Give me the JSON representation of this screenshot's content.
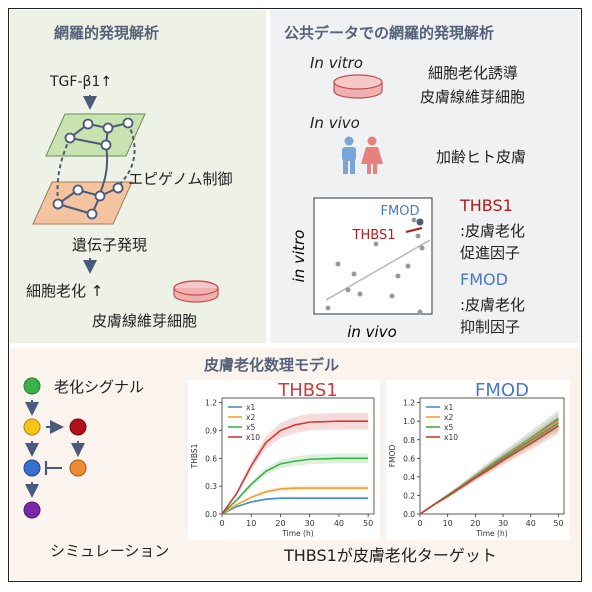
{
  "left_panel": {
    "title": "網羅的発現解析",
    "tgf": "TGF-β1↑",
    "epigenome": "エピゲノム制御",
    "gene_expression": "遺伝子発現",
    "senescence": "細胞老化 ↑",
    "fibroblast": "皮膚線維芽細胞"
  },
  "right_panel": {
    "title": "公共データでの網羅的発現解析",
    "in_vitro": "In vitro",
    "in_vitro_desc_1": "細胞老化誘導",
    "in_vitro_desc_2": "皮膚線維芽細胞",
    "in_vivo": "In vivo",
    "in_vivo_desc": "加齢ヒト皮膚",
    "scatter": {
      "fmod_label": "FMOD",
      "thbs1_label": "THBS1",
      "xlabel": "in vivo",
      "ylabel": "in vitro"
    },
    "thbs1_title": "THBS1",
    "thbs1_desc_1": ":皮膚老化",
    "thbs1_desc_2": "促進因子",
    "fmod_title": "FMOD",
    "fmod_desc_1": ":皮膚老化",
    "fmod_desc_2": "抑制因子"
  },
  "bottom_panel": {
    "title": "皮膚老化数理モデル",
    "signal": "老化シグナル",
    "simulation": "シミュレーション",
    "conclusion": "THBS1が皮膚老化ターゲット"
  },
  "colors": {
    "x1": "#4a90c8",
    "x2": "#f0a030",
    "x5": "#3cb04a",
    "x10": "#d03a3a"
  },
  "chart_data": [
    {
      "type": "line",
      "title": "THBS1",
      "xlabel": "Time (h)",
      "ylabel": "THBS1",
      "xlim": [
        0,
        52
      ],
      "ylim": [
        0,
        1.25
      ],
      "xticks": [
        "0",
        "10",
        "20",
        "30",
        "40",
        "50"
      ],
      "yticks": [
        "0.0",
        "0.3",
        "0.6",
        "0.9",
        "1.2"
      ],
      "x": [
        0,
        5,
        10,
        15,
        20,
        25,
        30,
        40,
        50
      ],
      "series": [
        {
          "name": "x1",
          "values": [
            0,
            0.08,
            0.13,
            0.16,
            0.17,
            0.17,
            0.17,
            0.17,
            0.17
          ]
        },
        {
          "name": "x2",
          "values": [
            0,
            0.1,
            0.18,
            0.24,
            0.27,
            0.28,
            0.28,
            0.28,
            0.28
          ]
        },
        {
          "name": "x5",
          "values": [
            0,
            0.15,
            0.32,
            0.46,
            0.54,
            0.57,
            0.59,
            0.6,
            0.6
          ]
        },
        {
          "name": "x10",
          "values": [
            0,
            0.22,
            0.52,
            0.77,
            0.9,
            0.96,
            0.99,
            1.0,
            1.0
          ]
        }
      ],
      "legend_position": "top-left"
    },
    {
      "type": "line",
      "title": "FMOD",
      "xlabel": "Time (h)",
      "ylabel": "FMOD",
      "xlim": [
        0,
        52
      ],
      "ylim": [
        0,
        1.25
      ],
      "xticks": [
        "0",
        "10",
        "20",
        "30",
        "40",
        "50"
      ],
      "yticks": [
        "0.0",
        "0.2",
        "0.4",
        "0.6",
        "0.8",
        "1.0",
        "1.2"
      ],
      "x": [
        0,
        5,
        10,
        15,
        20,
        25,
        30,
        40,
        50
      ],
      "series": [
        {
          "name": "x1",
          "values": [
            0,
            0.1,
            0.2,
            0.3,
            0.41,
            0.52,
            0.62,
            0.82,
            1.03
          ]
        },
        {
          "name": "x2",
          "values": [
            0,
            0.1,
            0.2,
            0.3,
            0.41,
            0.51,
            0.61,
            0.81,
            1.01
          ]
        },
        {
          "name": "x5",
          "values": [
            0,
            0.1,
            0.2,
            0.3,
            0.4,
            0.5,
            0.6,
            0.79,
            0.98
          ]
        },
        {
          "name": "x10",
          "values": [
            0,
            0.1,
            0.19,
            0.29,
            0.39,
            0.48,
            0.58,
            0.76,
            0.95
          ]
        }
      ],
      "legend_position": "top-left"
    }
  ]
}
